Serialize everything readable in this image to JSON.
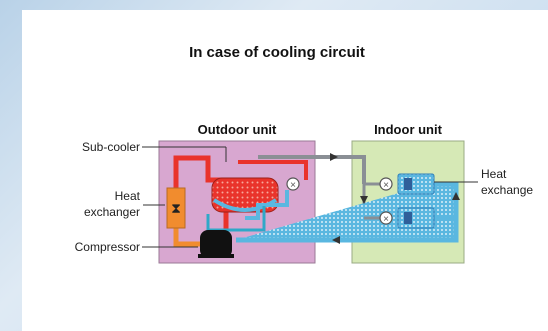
{
  "title": "In case of cooling circuit",
  "units": {
    "outdoor": "Outdoor unit",
    "indoor": "Indoor unit"
  },
  "labels": {
    "sub_cooler": "Sub-cooler",
    "heat_exchanger_left_line1": "Heat",
    "heat_exchanger_left_line2": "exchanger",
    "compressor": "Compressor",
    "heat_exchanger_right_line1": "Heat",
    "heat_exchanger_right_line2": "exchange"
  },
  "colors": {
    "outdoor_box": "#d8a7d0",
    "indoor_box": "#d6e9b6",
    "hot_line": "#e9332b",
    "warm_line": "#f18c2e",
    "cold_line": "#5ab7e0",
    "cold_line_dark": "#2f7fb8",
    "return_line": "#8a8f95",
    "compressor": "#111111"
  }
}
